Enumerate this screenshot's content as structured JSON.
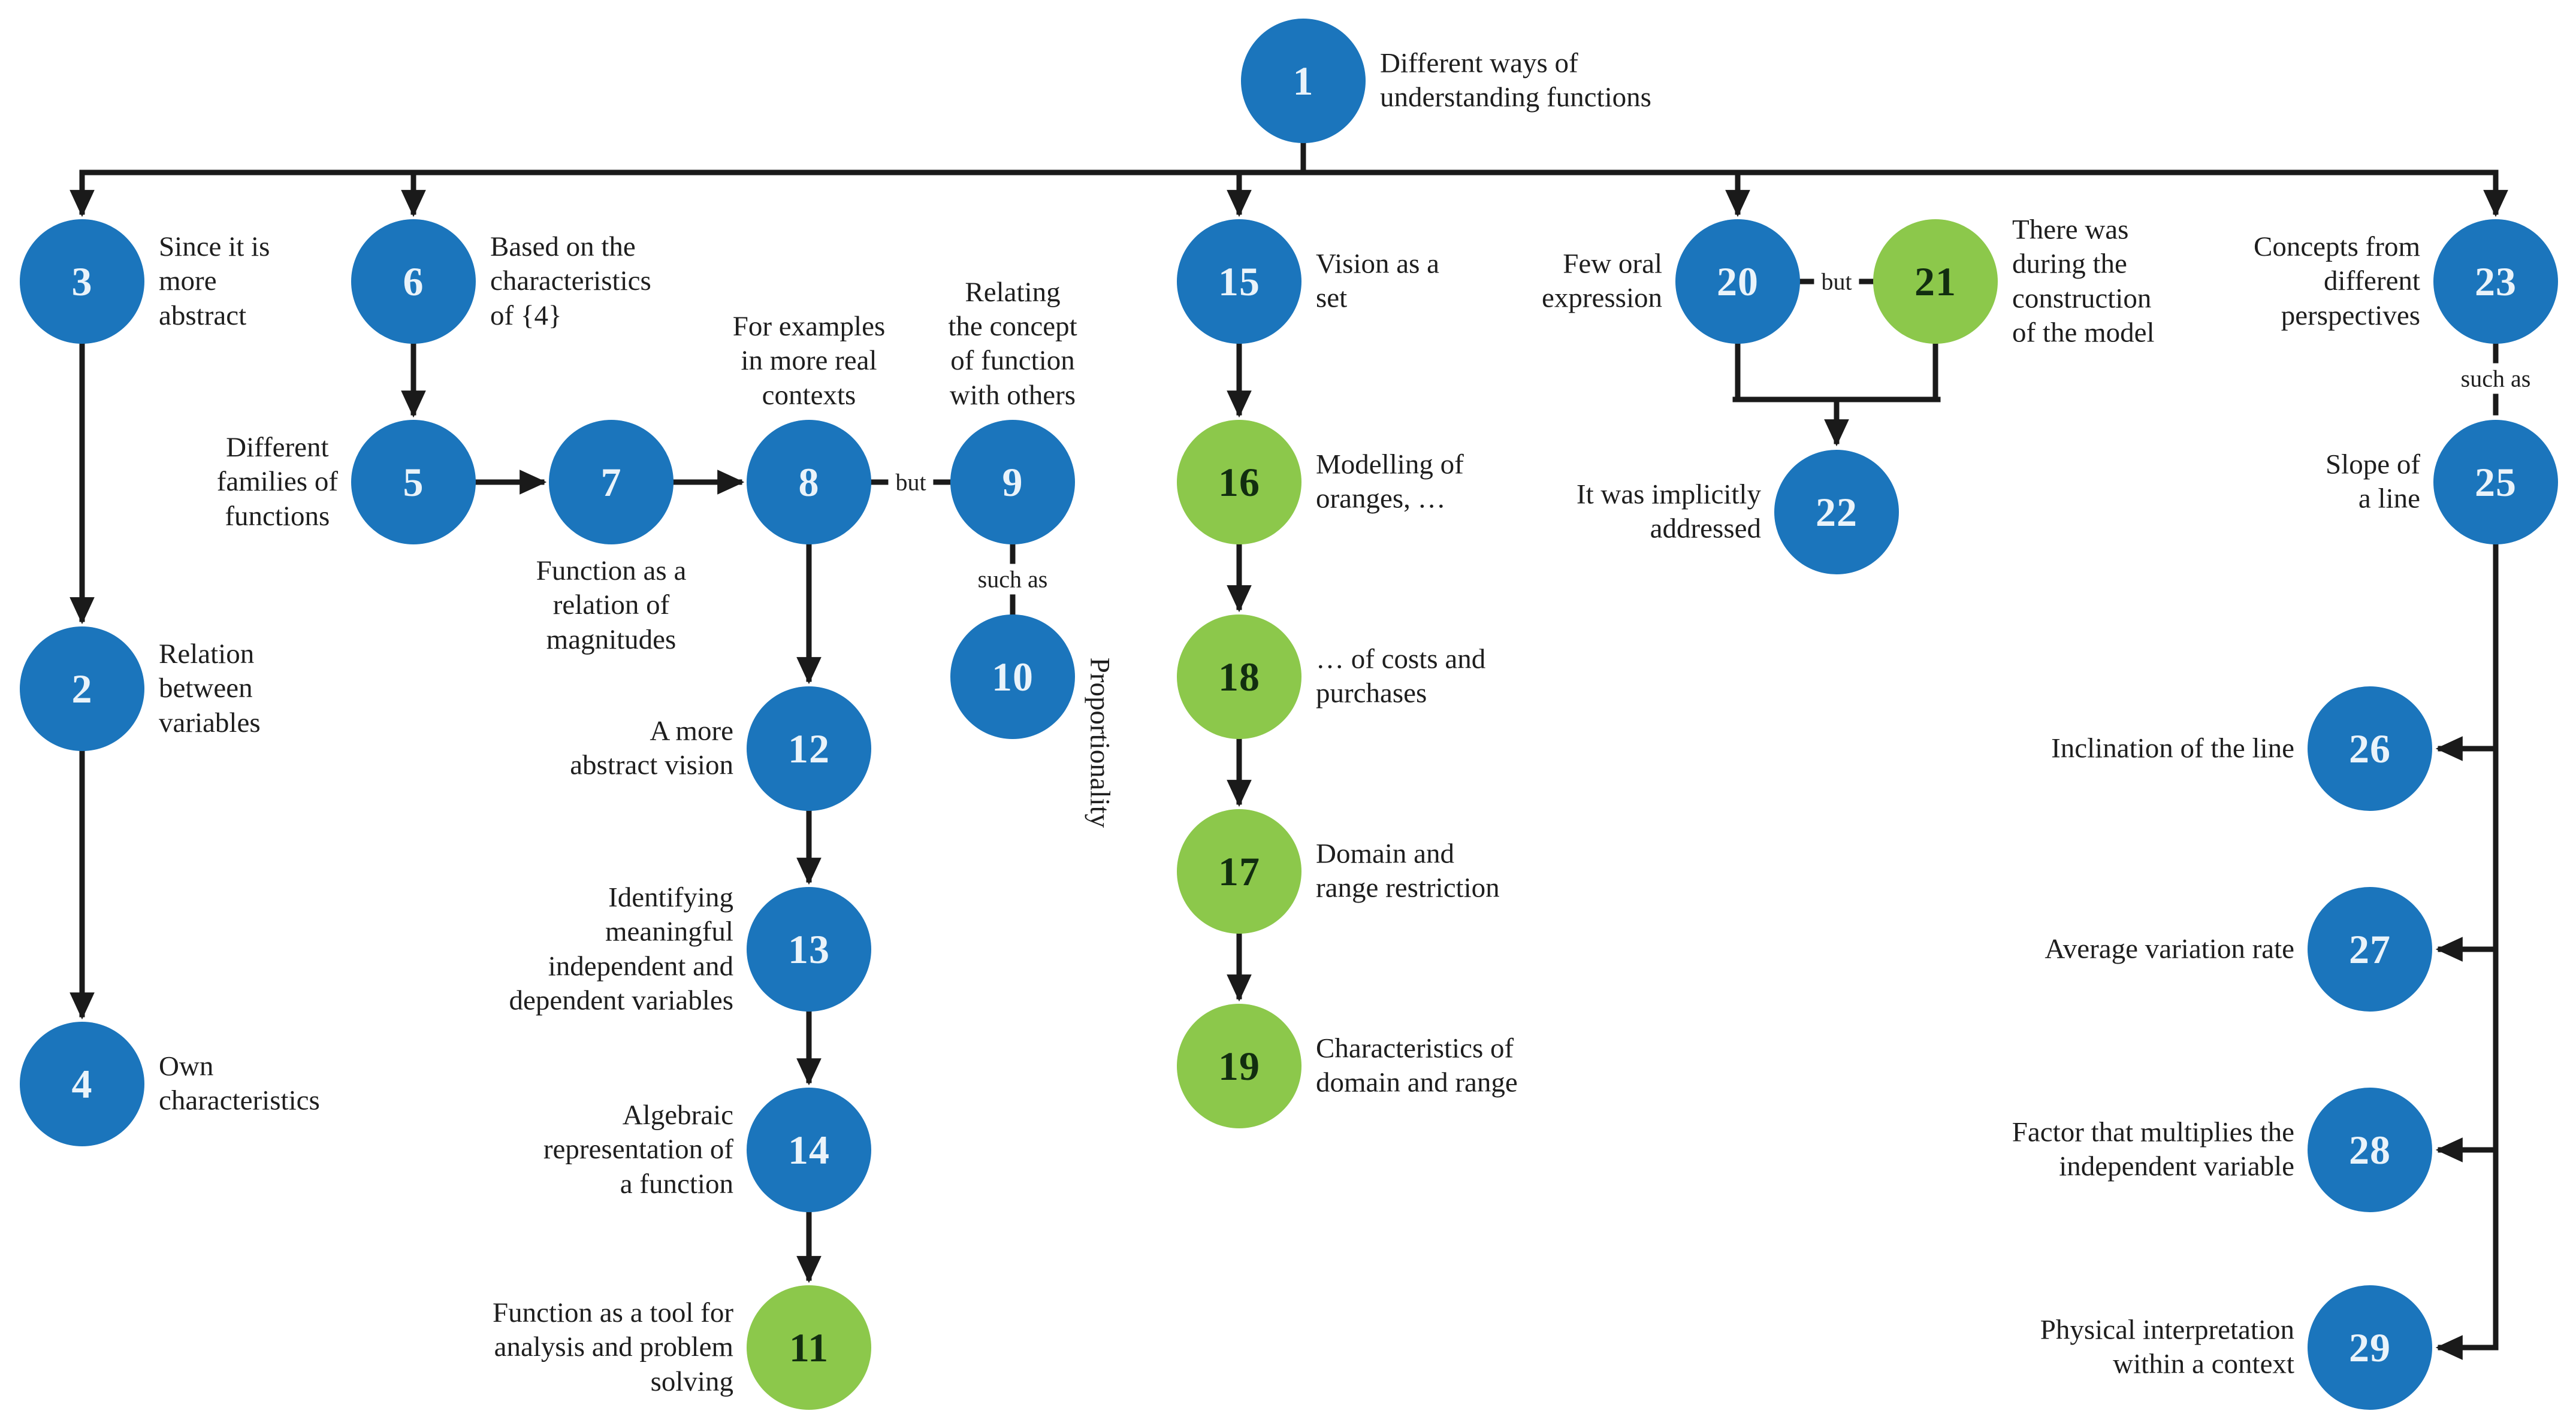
{
  "diagram": {
    "colors": {
      "blue": "#1B75BC",
      "green": "#8CC84B",
      "line": "#1A1A1A",
      "label_text": "#1E1E1E",
      "number_on_blue": "#EAF3FA",
      "number_on_green": "#122E10"
    },
    "nodes": [
      {
        "id": "1",
        "number": "1",
        "color": "blue",
        "label": "Different ways of\nunderstanding functions"
      },
      {
        "id": "3",
        "number": "3",
        "color": "blue",
        "label": "Since it is\nmore\nabstract"
      },
      {
        "id": "2",
        "number": "2",
        "color": "blue",
        "label": "Relation\nbetween\nvariables"
      },
      {
        "id": "4",
        "number": "4",
        "color": "blue",
        "label": "Own\ncharacteristics"
      },
      {
        "id": "6",
        "number": "6",
        "color": "blue",
        "label": "Based on the\ncharacteristics\nof {4}"
      },
      {
        "id": "5",
        "number": "5",
        "color": "blue",
        "label": "Different\nfamilies of\nfunctions"
      },
      {
        "id": "7",
        "number": "7",
        "color": "blue",
        "label": "Function as a\nrelation of\nmagnitudes"
      },
      {
        "id": "8",
        "number": "8",
        "color": "blue",
        "label": "For examples\nin more real\ncontexts"
      },
      {
        "id": "9",
        "number": "9",
        "color": "blue",
        "label": "Relating\nthe concept\nof function\nwith others"
      },
      {
        "id": "10",
        "number": "10",
        "color": "blue",
        "label": "Proportionality"
      },
      {
        "id": "12",
        "number": "12",
        "color": "blue",
        "label": "A more\nabstract vision"
      },
      {
        "id": "13",
        "number": "13",
        "color": "blue",
        "label": "Identifying\nmeaningful\nindependent and\ndependent variables"
      },
      {
        "id": "14",
        "number": "14",
        "color": "blue",
        "label": "Algebraic\nrepresentation of\na function"
      },
      {
        "id": "11",
        "number": "11",
        "color": "green",
        "label": "Function as a tool for\nanalysis and problem\nsolving"
      },
      {
        "id": "15",
        "number": "15",
        "color": "blue",
        "label": "Vision as a\nset"
      },
      {
        "id": "16",
        "number": "16",
        "color": "green",
        "label": "Modelling of\noranges, …"
      },
      {
        "id": "18",
        "number": "18",
        "color": "green",
        "label": "… of costs and\npurchases"
      },
      {
        "id": "17",
        "number": "17",
        "color": "green",
        "label": "Domain and\nrange restriction"
      },
      {
        "id": "19",
        "number": "19",
        "color": "green",
        "label": "Characteristics of\ndomain and range"
      },
      {
        "id": "20",
        "number": "20",
        "color": "blue",
        "label": "Few oral\nexpression"
      },
      {
        "id": "21",
        "number": "21",
        "color": "green",
        "label": "There was\nduring the\nconstruction\nof the model"
      },
      {
        "id": "22",
        "number": "22",
        "color": "blue",
        "label": "It was implicitly\naddressed"
      },
      {
        "id": "23",
        "number": "23",
        "color": "blue",
        "label": "Concepts from\ndifferent\nperspectives"
      },
      {
        "id": "25",
        "number": "25",
        "color": "blue",
        "label": "Slope of\na line"
      },
      {
        "id": "26",
        "number": "26",
        "color": "blue",
        "label": "Inclination of the line"
      },
      {
        "id": "27",
        "number": "27",
        "color": "blue",
        "label": "Average variation rate"
      },
      {
        "id": "28",
        "number": "28",
        "color": "blue",
        "label": "Factor that multiplies the\nindependent variable"
      },
      {
        "id": "29",
        "number": "29",
        "color": "blue",
        "label": "Physical interpretation\nwithin a context"
      }
    ],
    "edge_labels": [
      {
        "id": "but-8-9",
        "text": "but"
      },
      {
        "id": "but-20-21",
        "text": "but"
      },
      {
        "id": "such-as-9-10",
        "text": "such as"
      },
      {
        "id": "such-as-23-25",
        "text": "such as"
      }
    ]
  }
}
